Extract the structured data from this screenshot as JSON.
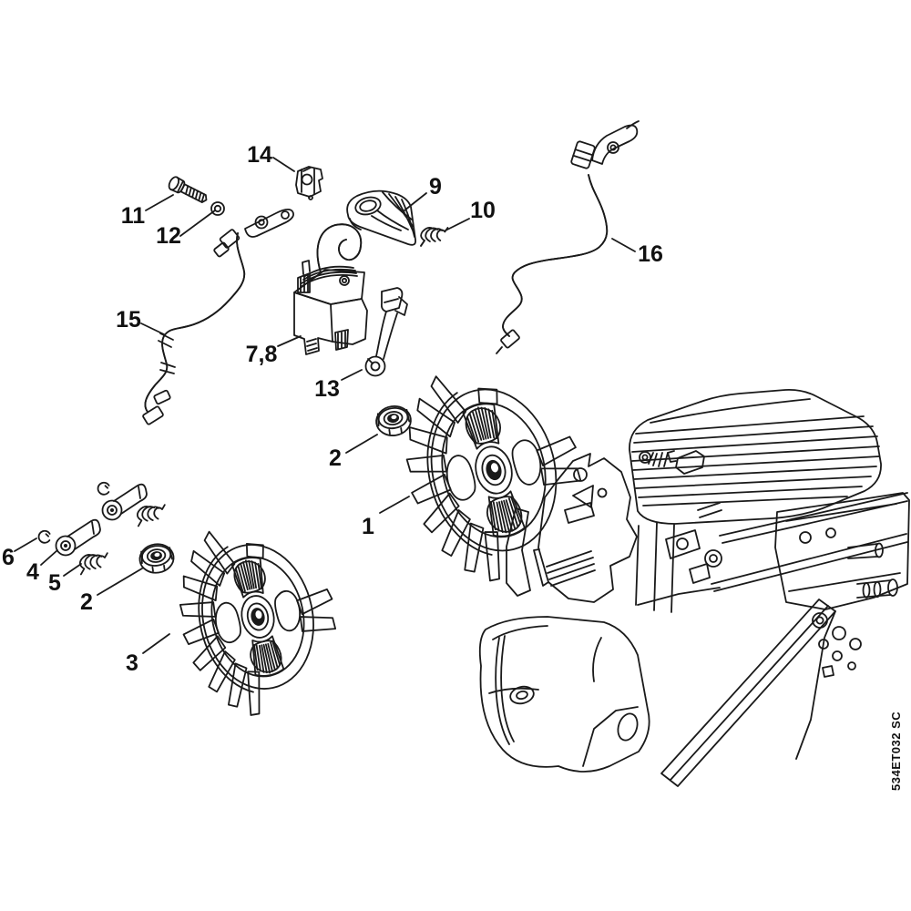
{
  "figure": {
    "code": "534ET032 SC",
    "callouts": [
      {
        "text": "14"
      },
      {
        "text": "11"
      },
      {
        "text": "12"
      },
      {
        "text": "9"
      },
      {
        "text": "10"
      },
      {
        "text": "16"
      },
      {
        "text": "15"
      },
      {
        "text": "7,8"
      },
      {
        "text": "13"
      },
      {
        "text": "2"
      },
      {
        "text": "1"
      },
      {
        "text": "6"
      },
      {
        "text": "4"
      },
      {
        "text": "5"
      },
      {
        "text": "2"
      },
      {
        "text": "3"
      }
    ],
    "colors": {
      "line": "#1a1a1a",
      "background": "#ffffff"
    }
  }
}
